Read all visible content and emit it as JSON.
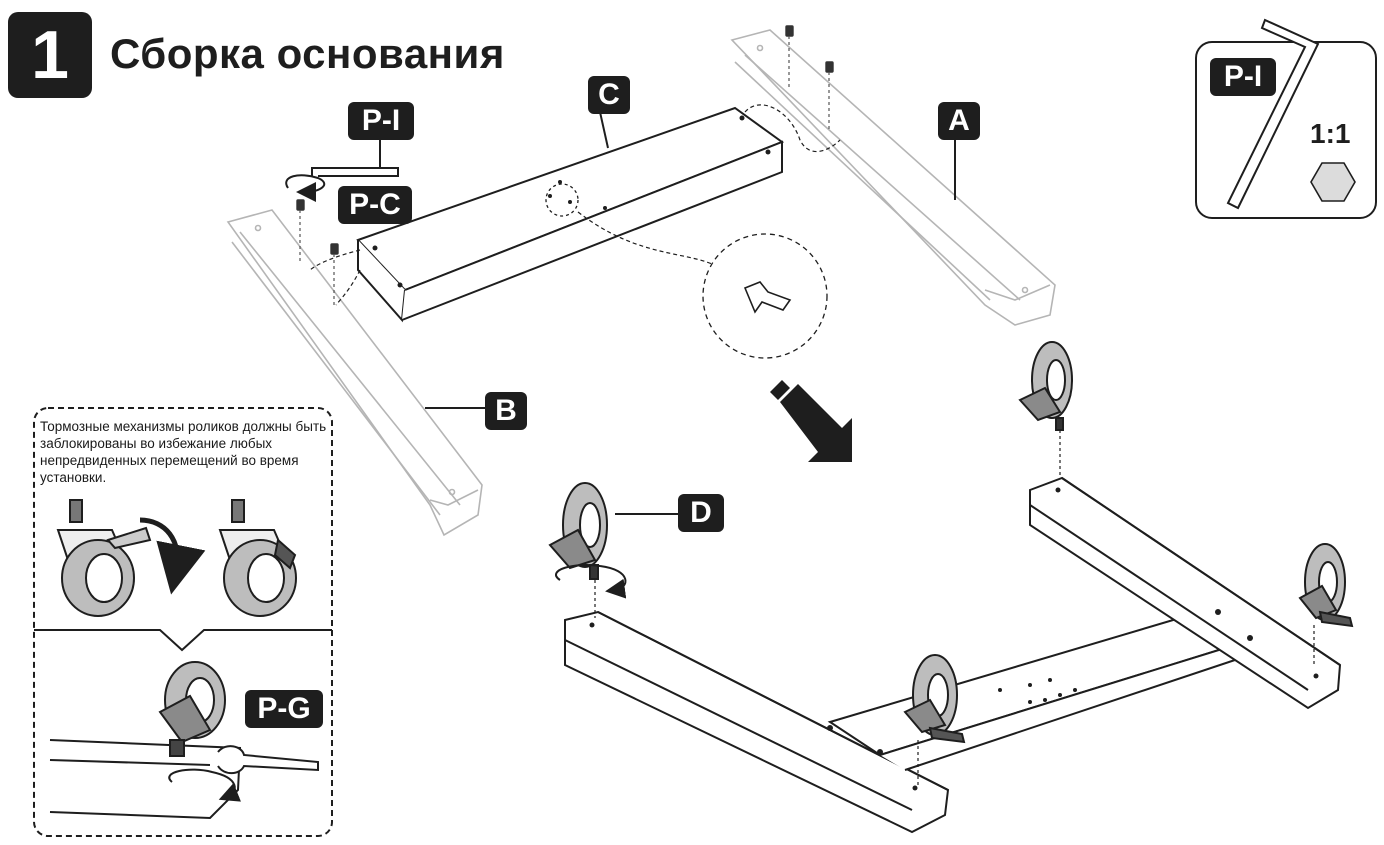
{
  "step": {
    "number": "1",
    "title": "Сборка основания"
  },
  "labels": {
    "part_a": "A",
    "part_b": "B",
    "part_c": "C",
    "part_d": "D",
    "tool_allen": "P-I",
    "screw": "P-C",
    "tool_wrench": "P-G"
  },
  "tool_box": {
    "label": "P-I",
    "scale": "1:1"
  },
  "note": {
    "text": "Тормозные механизмы роликов должны быть заблокированы во избежание любых непредвиденных перемещений во время установки."
  },
  "colors": {
    "ink": "#1e1e1e",
    "light_line": "#b8b8b8",
    "panel": "#ffffff"
  }
}
